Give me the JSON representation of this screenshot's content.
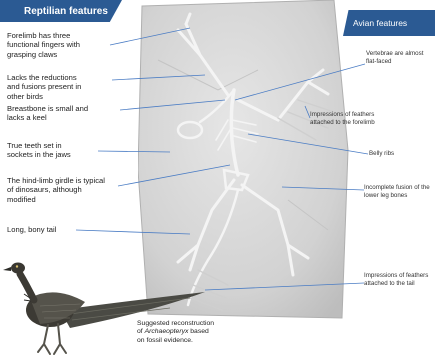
{
  "banners": {
    "left": "Reptilian features",
    "right": "Avian features"
  },
  "left_labels": [
    "Forelimb has three\nfunctional fingers with\ngrasping claws",
    "Lacks the reductions\nand fusions present in\nother birds",
    "Breastbone is small and\nlacks a keel",
    "True teeth set in\nsockets in the jaws",
    "The hind-limb girdle is typical\nof dinosaurs, although\nmodified",
    "Long, bony tail"
  ],
  "right_labels": [
    "Vertebrae are almost\nflat-faced",
    "Impressions of feathers\nattached to the forelimb",
    "Belly ribs",
    "Incomplete fusion of the\nlower leg bones",
    "Impressions of feathers\nattached to the tail"
  ],
  "caption": {
    "line1": "Suggested reconstruction",
    "line2_prefix": "of",
    "line2_italic": "Archaeopteryx",
    "line2_suffix": "based",
    "line3": "on fossil evidence."
  },
  "colors": {
    "banner": "#2b5a93",
    "leader_line": "#4a7cc4",
    "slab": "#dcdcdc",
    "bone": "#f2f2f2"
  }
}
